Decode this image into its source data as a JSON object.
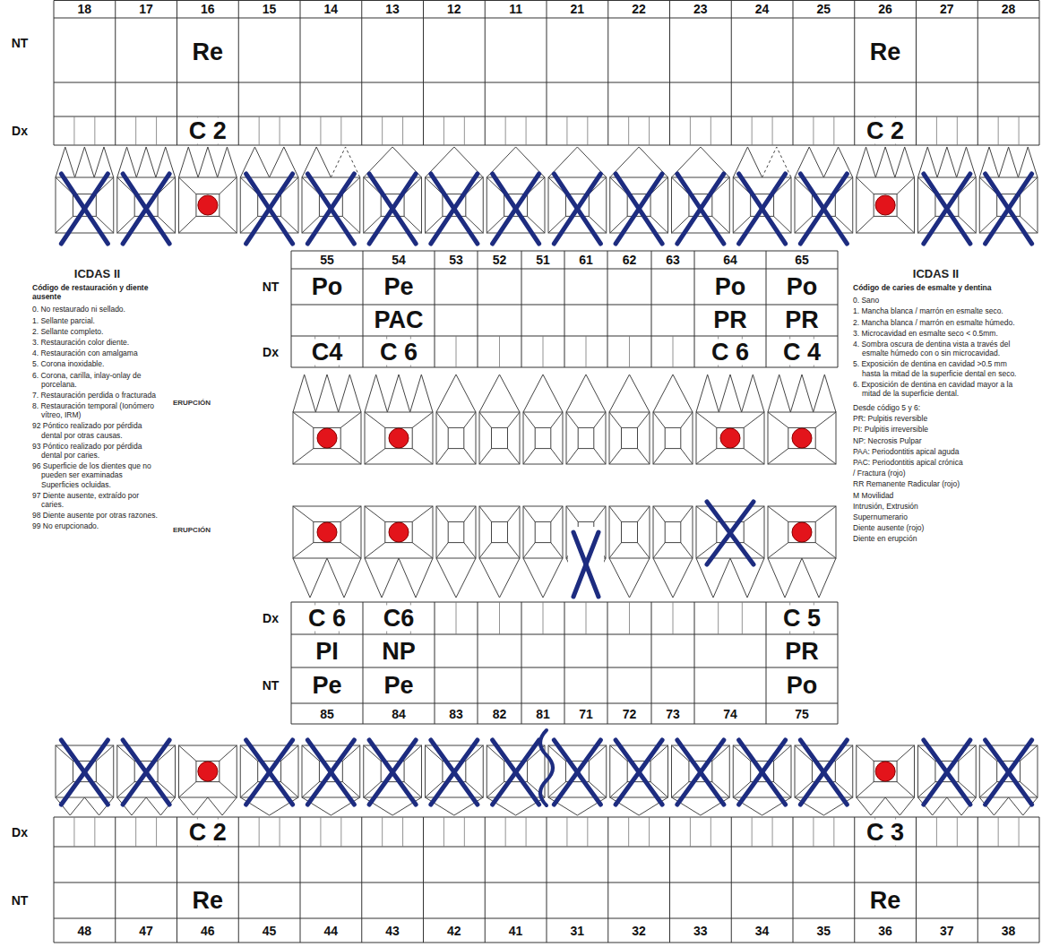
{
  "diagram": {
    "labels": [
      "18",
      "17",
      "16",
      "15",
      "14",
      "13",
      "12",
      "11",
      "21",
      "22",
      "23",
      "24",
      "25",
      "26",
      "27",
      "28",
      "NT",
      "Re",
      "Re",
      "Dx",
      "C 2",
      "C 2",
      "55",
      "54",
      "53",
      "52",
      "51",
      "61",
      "62",
      "63",
      "64",
      "65",
      "NT",
      "Po",
      "Pe",
      "Po",
      "Po",
      "PAC",
      "PR",
      "PR",
      "Dx",
      "C4",
      "C 6",
      "C 6",
      "C 4",
      "ERUPCIÓN",
      "ERUPCIÓN",
      "Dx",
      "C 6",
      "C6",
      "C 5",
      "PI",
      "NP",
      "PR",
      "NT",
      "Pe",
      "Pe",
      "Po",
      "85",
      "84",
      "83",
      "82",
      "81",
      "71",
      "72",
      "73",
      "74",
      "75",
      "Dx",
      "C 2",
      "C 3",
      "NT",
      "Re",
      "Re",
      "48",
      "47",
      "46",
      "45",
      "44",
      "43",
      "42",
      "41",
      "31",
      "32",
      "33",
      "34",
      "35",
      "36",
      "37",
      "38",
      "ICDAS II",
      "Código de restauración y diente ausente",
      "0. No restaurado ni sellado.",
      "1. Sellante parcial.",
      "2. Sellante completo.",
      "3. Restauración color diente.",
      "4. Restauración con amalgama",
      "5. Corona inoxidable.",
      "6. Corona, carilla, inlay-onlay de porcelana.",
      "7. Restauración perdida o fracturada",
      "8. Restauración temporal (Ionómero vítreo, IRM)",
      "92 Póntico realizado por pérdida dental por otras causas.",
      "93 Póntico realizado por pérdida dental por caries.",
      "96 Superficie de los dientes que no pueden ser examinadas Superficies ocluidas.",
      "97 Diente ausente, extraído por caries.",
      "98 Diente ausente por otras razones.",
      "99 No erupcionado.",
      "ICDAS II",
      "Código de caries de esmalte y dentina",
      "0. Sano",
      "1. Mancha blanca / marrón en esmalte seco.",
      "2. Mancha blanca / marrón en esmalte húmedo.",
      "3. Microcavidad en esmalte seco < 0.5mm.",
      "4. Sombra oscura de dentina vista a través del esmalte húmedo con o sin microcavidad.",
      "5. Exposición de dentina en cavidad >0.5 mm hasta la mitad de la superficie dental en seco.",
      "6. Exposición de dentina en cavidad mayor a la mitad de la superficie dental.",
      "Desde código 5 y 6:",
      "PR: Pulpitis reversible",
      "PI: Pulpitis irreversible",
      "NP: Necrosis Pulpar",
      "PAA: Periodontitis apical aguda",
      "PAC: Periodontitis apical crónica",
      "/ Fractura (rojo)",
      "RR Remanente Radicular (rojo)",
      "M Movilidad",
      "Intrusión, Extrusión",
      "Supernumerario",
      "Diente ausente (rojo)",
      "Diente en erupción"
    ]
  }
}
